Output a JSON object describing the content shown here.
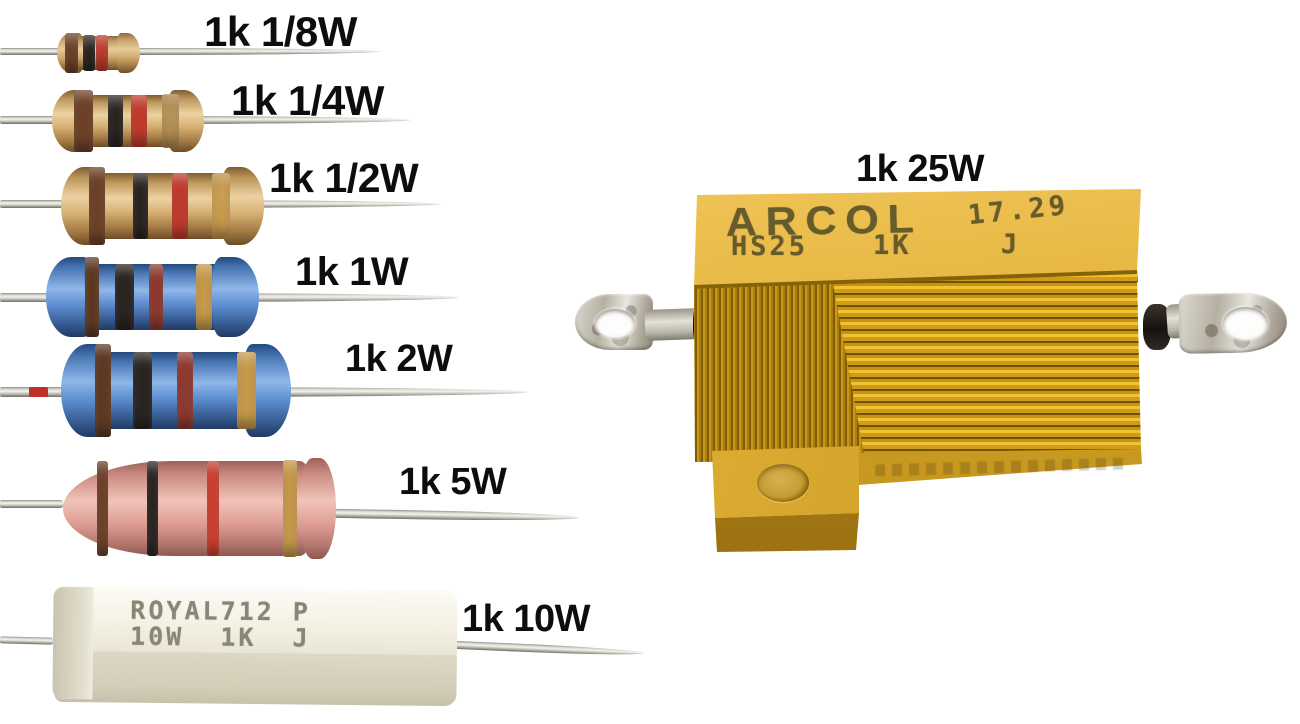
{
  "scene": {
    "background": "#ffffff"
  },
  "resistors": [
    {
      "label": "1k 1/8W",
      "body": "tan",
      "bands": [
        "brown",
        "black",
        "red"
      ]
    },
    {
      "label": "1k 1/4W",
      "body": "tan",
      "bands": [
        "brown",
        "black",
        "red",
        "gold"
      ]
    },
    {
      "label": "1k 1/2W",
      "body": "tan",
      "bands": [
        "brown",
        "black",
        "red",
        "gold"
      ]
    },
    {
      "label": "1k 1W",
      "body": "blue",
      "bands": [
        "brown",
        "black",
        "red",
        "gold"
      ]
    },
    {
      "label": "1k 2W",
      "body": "blue",
      "bands": [
        "brown",
        "black",
        "red",
        "gold"
      ]
    },
    {
      "label": "1k 5W",
      "body": "pink",
      "bands": [
        "brown",
        "black",
        "red",
        "gold"
      ]
    },
    {
      "label": "1k 10W",
      "body": "white-ceramic",
      "print_line1": "ROYAL712 P",
      "print_line2": "10W  1K  J"
    },
    {
      "label": "1k 25W",
      "body": "gold-aluminum",
      "print": {
        "brand": "ARCOL",
        "date_code": "17.29",
        "model": "HS25",
        "value": "1K",
        "tolerance": "J"
      }
    }
  ],
  "colors": {
    "band_brown": "#6F4228",
    "band_brown_dark": "#5E3A24",
    "band_black": "#2B2522",
    "band_red": "#C23B2E",
    "band_red_dark": "#8F3A30",
    "band_red_thin": "#D0402F",
    "band_gold": "#C89B4C",
    "band_gold_tan": "#B08A50",
    "lead_mark_red": "#C03028",
    "label_text": "#0D0D0D",
    "ceramic_print": "#8A8675",
    "gold_print": "#5B5328"
  }
}
